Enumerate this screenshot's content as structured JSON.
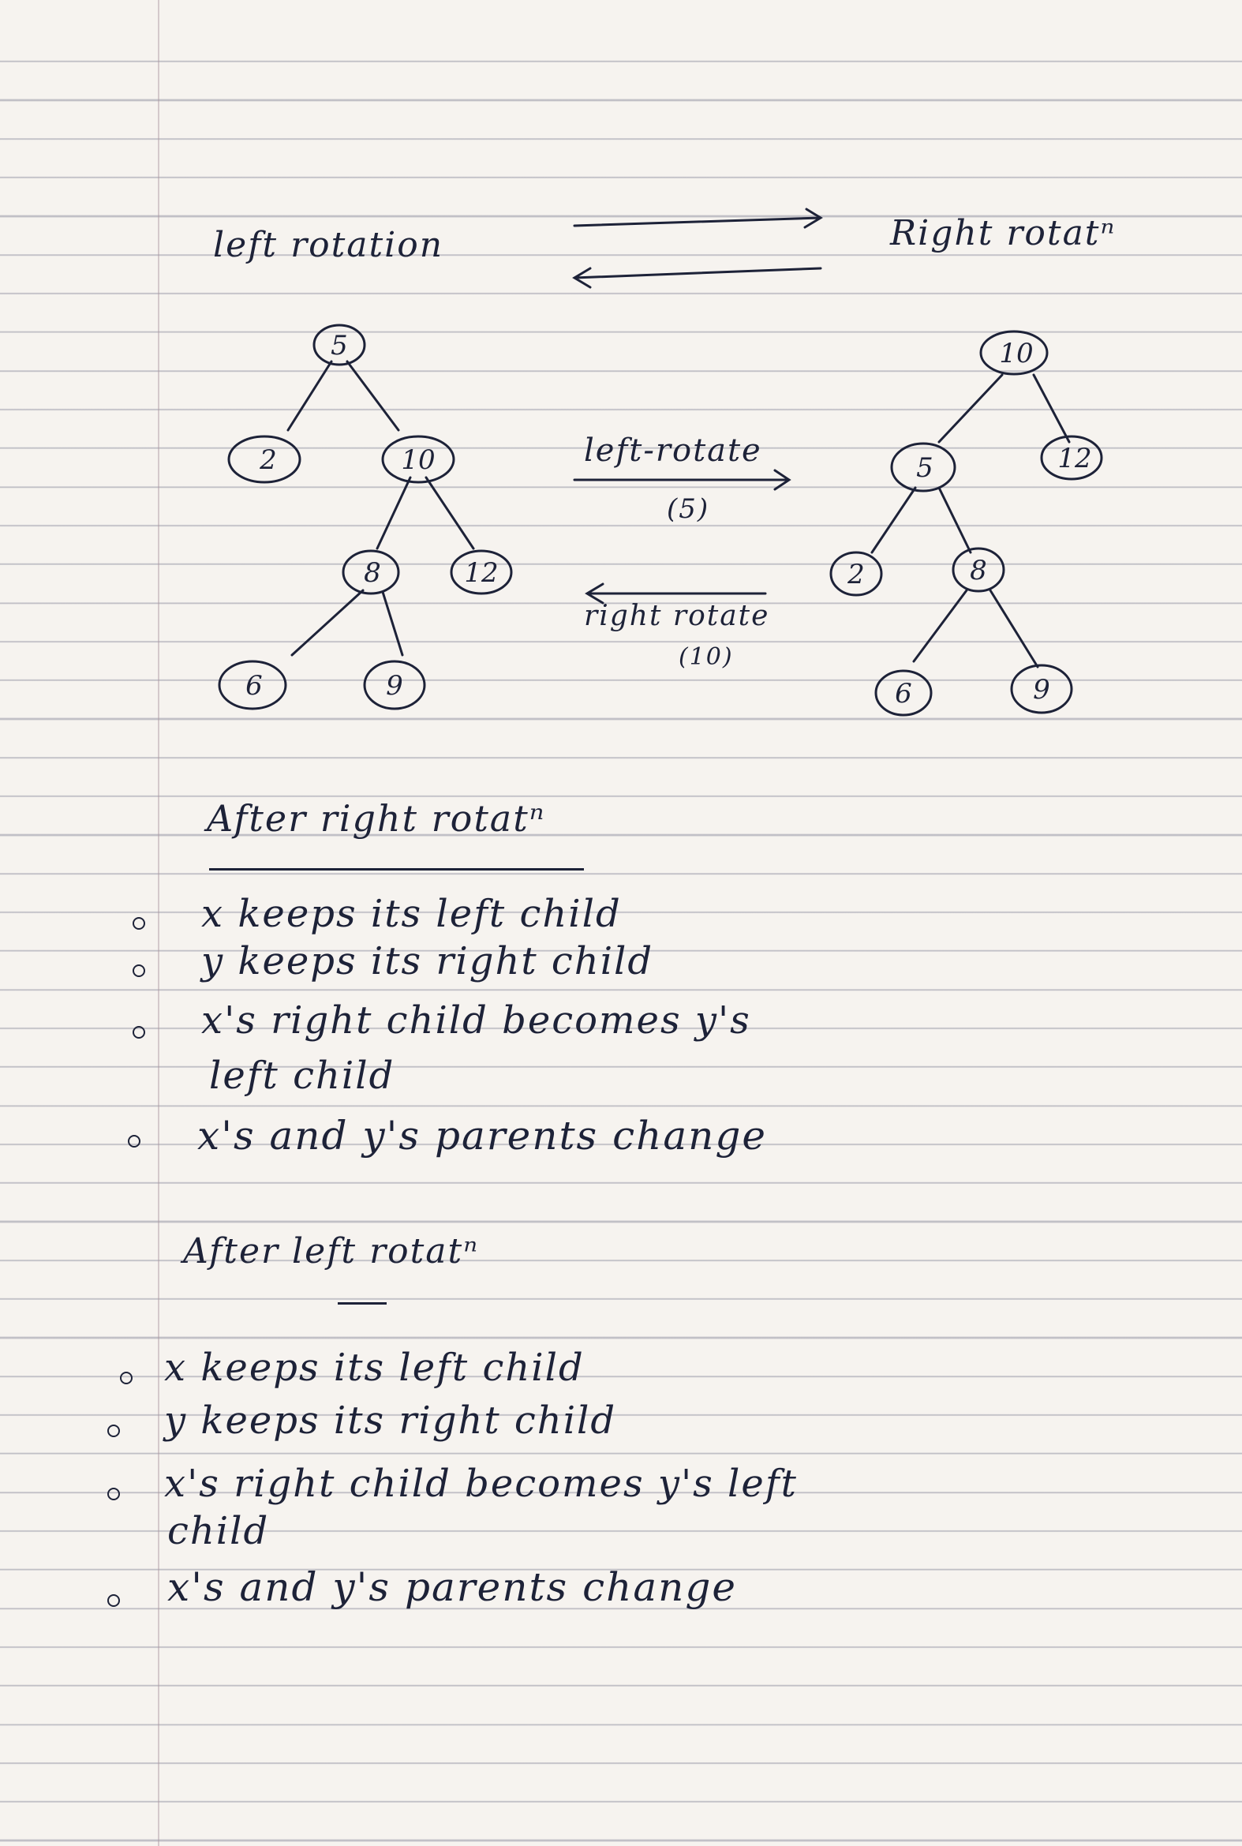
{
  "header": {
    "left_label": "left rotation",
    "right_label": "Right rotatⁿ"
  },
  "left_tree": [
    "5",
    "2",
    "10",
    "8",
    "12",
    "6",
    "9"
  ],
  "right_tree": [
    "10",
    "5",
    "12",
    "2",
    "8",
    "6",
    "9"
  ],
  "arrows": {
    "top_label": "left-rotate",
    "top_arg": "(5)",
    "bottom_label": "right rotate",
    "bottom_arg": "(10)"
  },
  "section1": {
    "title": "After right rotatⁿ",
    "bullets": [
      "x keeps its left child",
      "y keeps its right child",
      "x's right child becomes y's",
      "left child",
      "x's and y's parents change"
    ]
  },
  "section2": {
    "title": "After left rotatⁿ",
    "bullets": [
      "x keeps its left child",
      "y keeps its right child",
      "x's right child becomes y's left",
      "child",
      "x's and y's parents change"
    ]
  }
}
